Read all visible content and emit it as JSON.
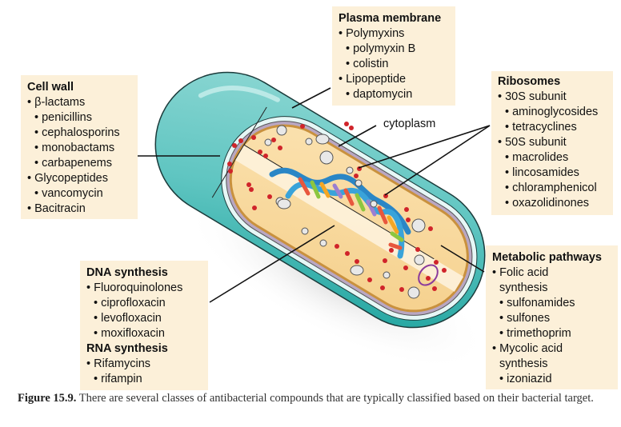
{
  "diagram": {
    "cell_labels": {
      "cytoplasm": "cytoplasm"
    },
    "boxes": {
      "plasma_membrane": {
        "title": "Plasma membrane",
        "items": [
          {
            "level": 1,
            "text": "Polymyxins"
          },
          {
            "level": 2,
            "text": "polymyxin B"
          },
          {
            "level": 2,
            "text": "colistin"
          },
          {
            "level": 1,
            "text": "Lipopeptide"
          },
          {
            "level": 2,
            "text": "daptomycin"
          }
        ]
      },
      "cell_wall": {
        "title": "Cell wall",
        "items": [
          {
            "level": 1,
            "text": "β-lactams"
          },
          {
            "level": 2,
            "text": "penicillins"
          },
          {
            "level": 2,
            "text": "cephalosporins"
          },
          {
            "level": 2,
            "text": "monobactams"
          },
          {
            "level": 2,
            "text": "carbapenems"
          },
          {
            "level": 1,
            "text": "Glycopeptides"
          },
          {
            "level": 2,
            "text": "vancomycin"
          },
          {
            "level": 1,
            "text": "Bacitracin"
          }
        ]
      },
      "ribosomes": {
        "title": "Ribosomes",
        "items": [
          {
            "level": 1,
            "text": "30S subunit"
          },
          {
            "level": 2,
            "text": "aminoglycosides"
          },
          {
            "level": 2,
            "text": "tetracyclines"
          },
          {
            "level": 1,
            "text": "50S subunit"
          },
          {
            "level": 2,
            "text": "macrolides"
          },
          {
            "level": 2,
            "text": "lincosamides"
          },
          {
            "level": 2,
            "text": "chloramphenicol"
          },
          {
            "level": 2,
            "text": "oxazolidinones"
          }
        ]
      },
      "metabolic_pathways": {
        "title": "Metabolic pathways",
        "items": [
          {
            "level": 1,
            "text": "Folic acid"
          },
          {
            "level": 0,
            "text": "synthesis"
          },
          {
            "level": 2,
            "text": "sulfonamides"
          },
          {
            "level": 2,
            "text": "sulfones"
          },
          {
            "level": 2,
            "text": "trimethoprim"
          },
          {
            "level": 1,
            "text": "Mycolic acid"
          },
          {
            "level": 0,
            "text": "synthesis"
          },
          {
            "level": 2,
            "text": "izoniazid"
          }
        ]
      },
      "dna_rna": {
        "title": "DNA synthesis",
        "items": [
          {
            "level": 1,
            "text": "Fluoroquinolones"
          },
          {
            "level": 2,
            "text": "ciprofloxacin"
          },
          {
            "level": 2,
            "text": "levofloxacin"
          },
          {
            "level": 2,
            "text": "moxifloxacin"
          }
        ],
        "title2": "RNA synthesis",
        "items2": [
          {
            "level": 1,
            "text": "Rifamycins"
          },
          {
            "level": 2,
            "text": "rifampin"
          }
        ]
      }
    },
    "colors": {
      "box_bg": "#fcf0d9",
      "capsule": "#5cc3c0",
      "capsule_dark": "#1aa39e",
      "cytoplasm": "#f7d79a",
      "ribosome": "#d0242a",
      "membrane_pink": "#d6a8c8",
      "plasmid": "#8b3a9c"
    }
  },
  "caption": {
    "label": "Figure 15.9.",
    "text": " There are several classes of antibacterial compounds that are typically classified based on their bacterial target."
  }
}
